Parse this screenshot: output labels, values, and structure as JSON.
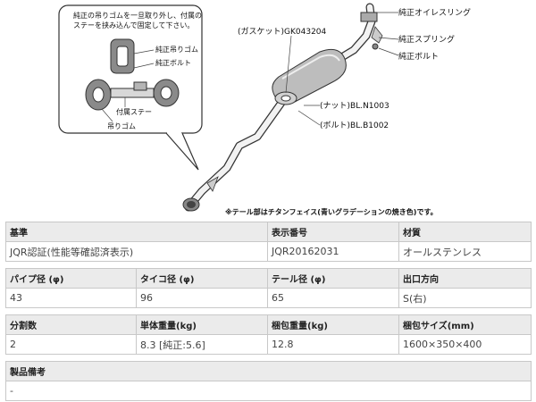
{
  "diagram": {
    "callout_note_line1": "純正の吊りゴムを一旦取り外し、付属の",
    "callout_note_line2": "ステーを挟み込んで固定して下さい。",
    "label_rubber_genuine": "純正吊りゴム",
    "label_bolt_genuine_inset": "純正ボルト",
    "label_stay": "付属ステー",
    "label_rubber": "吊りゴム",
    "label_gasket": "(ガスケット)GK043204",
    "label_nut": "(ナット)BL.N1003",
    "label_bolt_part": "(ボルト)BL.B1002",
    "label_oil_ring": "純正オイレスリング",
    "label_spring": "純正スプリング",
    "label_bolt_right": "純正ボルト",
    "tail_note": "※テール部はチタンフェイス(青いグラデーションの焼き色)です。"
  },
  "table1": {
    "headers": [
      "基準",
      "表示番号",
      "材質"
    ],
    "values": [
      "JQR認証(性能等確認済表示)",
      "JQR20162031",
      "オールステンレス"
    ]
  },
  "table2": {
    "headers": [
      "パイプ径 (φ)",
      "タイコ径 (φ)",
      "テール径 (φ)",
      "出口方向"
    ],
    "values": [
      "43",
      "96",
      "65",
      "S(右)"
    ]
  },
  "table3": {
    "headers": [
      "分割数",
      "単体重量(kg)",
      "梱包重量(kg)",
      "梱包サイズ(mm)"
    ],
    "values": [
      "2",
      "8.3 [純正:5.6]",
      "12.8",
      "1600×350×400"
    ]
  },
  "table4": {
    "headers": [
      "製品備考"
    ],
    "values": [
      "-"
    ]
  },
  "colors": {
    "header_bg": "#ebebeb",
    "border": "#c8c8c8",
    "line": "#444444"
  }
}
